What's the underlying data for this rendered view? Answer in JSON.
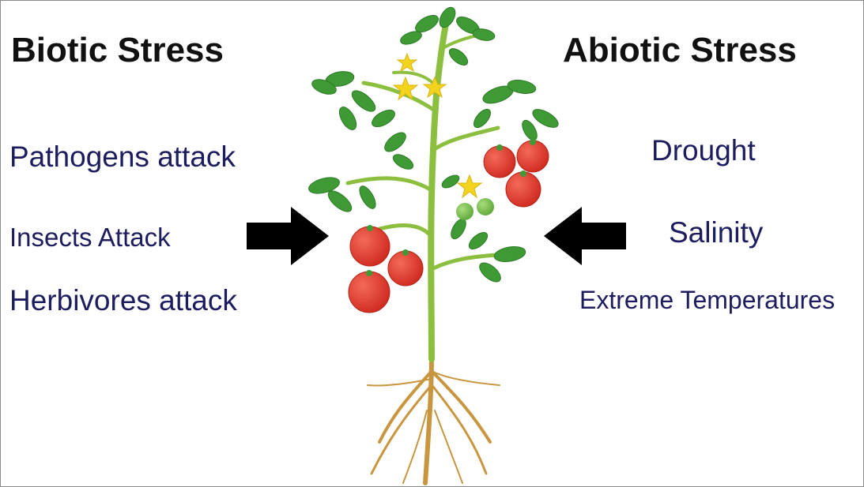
{
  "biotic": {
    "heading": "Biotic Stress",
    "items": [
      "Pathogens attack",
      "Insects  Attack",
      "Herbivores attack"
    ]
  },
  "abiotic": {
    "heading": "Abiotic Stress",
    "items": [
      "Drought",
      "Salinity",
      "Extreme Temperatures"
    ]
  },
  "colors": {
    "heading_text": "#111111",
    "item_text": "#1c1c5e",
    "arrow": "#000000",
    "leaf": "#3f9a35",
    "stem": "#8cbf3f",
    "tomato": "#e2382b",
    "green_fruit": "#86c25a",
    "flower": "#f2d41e",
    "root": "#c8963e"
  },
  "icons": [
    "tomato-plant-illustration",
    "right-arrow-icon",
    "left-arrow-icon"
  ]
}
